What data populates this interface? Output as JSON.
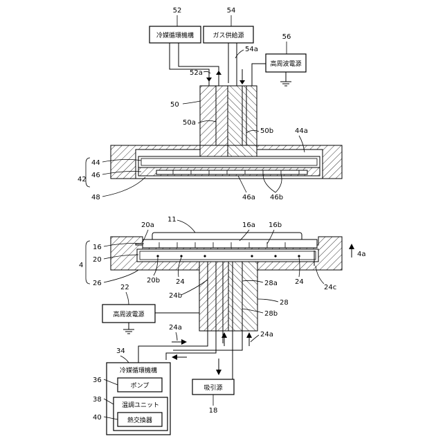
{
  "upper": {
    "coolant_box": "冷媒循環機構",
    "gas_box": "ガス供給源",
    "rf_box": "高周波電源",
    "refs": {
      "r52": "52",
      "r54": "54",
      "r56": "56",
      "r54a": "54a",
      "r52a": "52a",
      "r50": "50",
      "r50a": "50a",
      "r50b": "50b",
      "r44a": "44a",
      "r44": "44",
      "r46": "46",
      "r42": "42",
      "r48": "48",
      "r46a": "46a",
      "r46b": "46b"
    }
  },
  "lower": {
    "rf_box": "高周波電源",
    "suction_box": "吸引源",
    "chiller_title": "冷媒循環機構",
    "pump": "ポンプ",
    "temp_unit": "温調ユニット",
    "heat_exchanger": "熱交換器",
    "refs": {
      "r11": "11",
      "r16a": "16a",
      "r16b": "16b",
      "r20a": "20a",
      "r16": "16",
      "r20": "20",
      "r4": "4",
      "r26": "26",
      "r20b": "20b",
      "r24": "24",
      "r24_right": "24",
      "r4a": "4a",
      "r24c": "24c",
      "r28a": "28a",
      "r28": "28",
      "r24b": "24b",
      "r22": "22",
      "r28b": "28b",
      "r24a_left": "24a",
      "r24a_right": "24a",
      "r34": "34",
      "r36": "36",
      "r38": "38",
      "r40": "40",
      "r18": "18"
    }
  }
}
